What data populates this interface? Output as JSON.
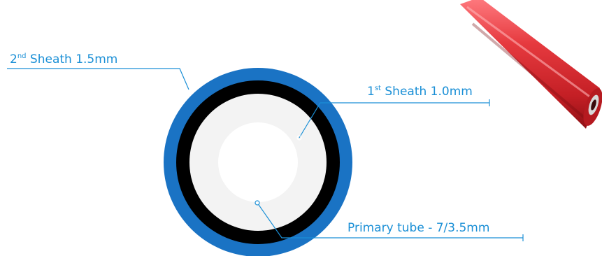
{
  "labels": {
    "second_sheath": {
      "prefix": "2",
      "sup": "nd",
      "text": " Sheath 1.5mm"
    },
    "first_sheath": {
      "prefix": "1",
      "sup": "st",
      "text": " Sheath 1.0mm"
    },
    "primary_tube": {
      "text": "Primary tube - 7/3.5mm"
    }
  },
  "colors": {
    "second_sheath": "#1a73c4",
    "first_sheath": "#000000",
    "primary_tube": "#f3f3f3",
    "bore": "#ffffff",
    "callout": "#1a8fd6",
    "photo_tube": "#e63a3f"
  }
}
